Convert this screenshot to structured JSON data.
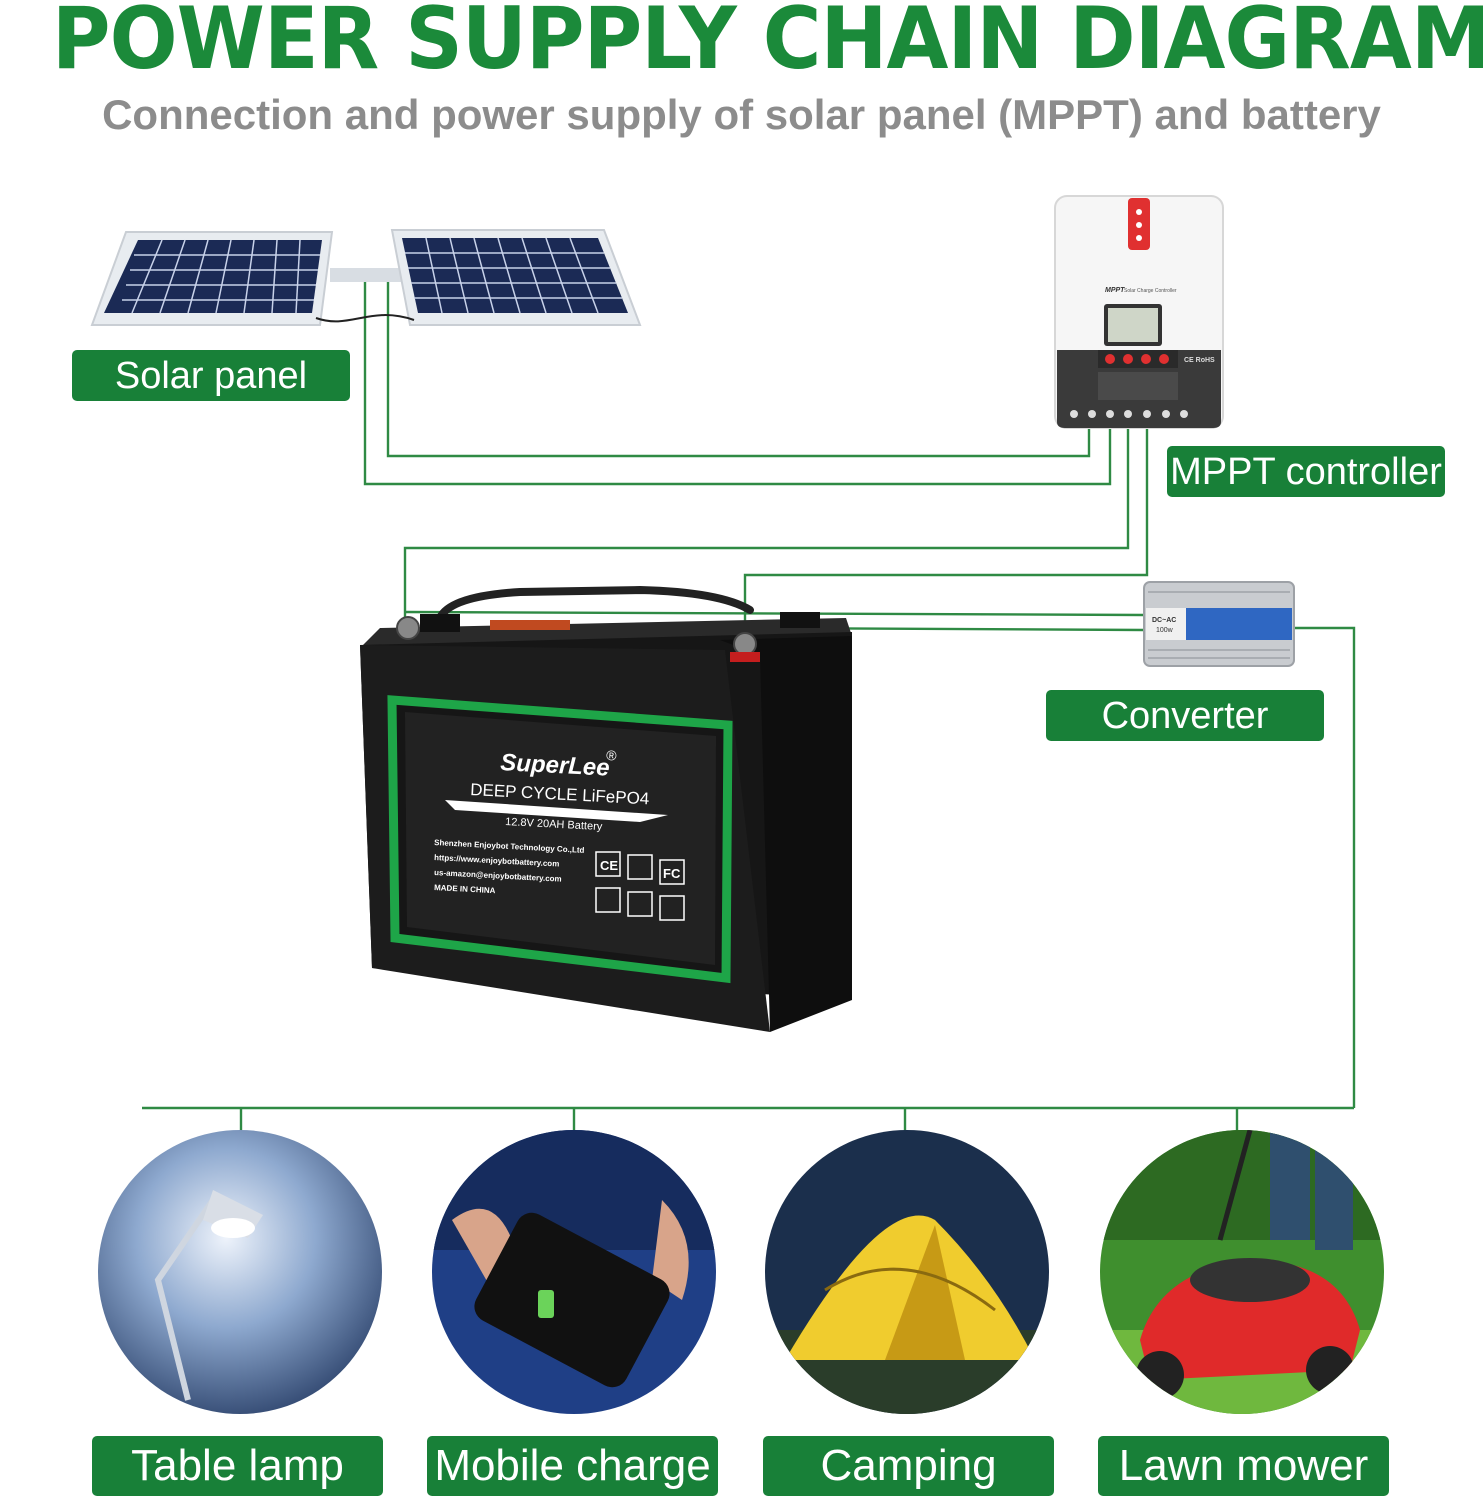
{
  "header": {
    "title": "POWER SUPPLY CHAIN DIAGRAM",
    "subtitle": "Connection and power supply of solar panel (MPPT) and battery"
  },
  "labels": {
    "solar_panel": "Solar panel",
    "mppt_controller": "MPPT controller",
    "converter": "Converter"
  },
  "battery": {
    "brand": "SuperLee",
    "registered": "®",
    "type": "DEEP CYCLE LiFePO4",
    "spec": "12.8V 20AH Battery",
    "company": "Shenzhen Enjoybot Technology Co.,Ltd",
    "website": "https://www.enjoybotbattery.com",
    "email": "us-amazon@enjoybotbattery.com",
    "origin": "MADE IN CHINA",
    "certs": [
      "CE",
      "FC"
    ]
  },
  "controller": {
    "model": "MPPT",
    "text": "Solar Charge Controller",
    "ce_rohs": "CE RoHS"
  },
  "inverter": {
    "model": "DC~AC",
    "power": "100w"
  },
  "applications": [
    {
      "label": "Table lamp",
      "icon": "table-lamp-icon"
    },
    {
      "label": "Mobile charge",
      "icon": "mobile-charge-icon"
    },
    {
      "label": "Camping",
      "icon": "tent-icon"
    },
    {
      "label": "Lawn mower",
      "icon": "lawn-mower-icon"
    }
  ],
  "colors": {
    "brand_green": "#1b8a3a",
    "label_green": "#188038",
    "subtitle_gray": "#8c8c8c",
    "wire_green": "#2f8a44"
  }
}
